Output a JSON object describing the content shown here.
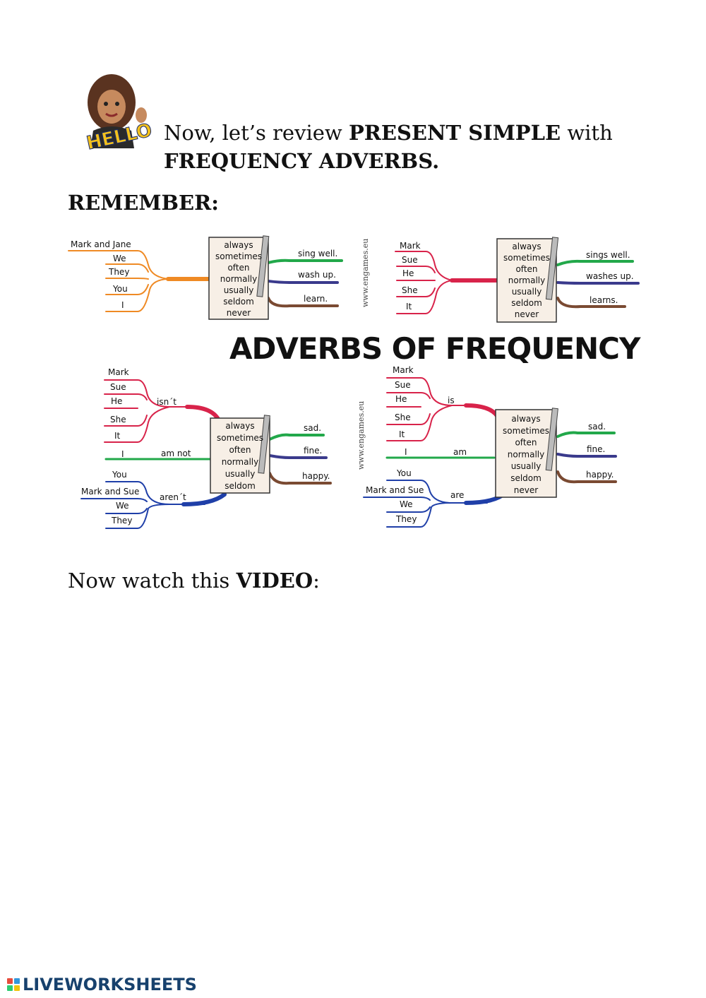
{
  "intro": {
    "avatar_text": "HELLO",
    "line1_prefix": "Now, let’s review ",
    "line1_bold": "PRESENT SIMPLE",
    "line1_suffix": " with",
    "line2_bold": "FREQUENCY ADVERBS."
  },
  "remember_heading": "REMEMBER:",
  "diagram": {
    "banner": "ADVERBS OF FREQUENCY",
    "website": "www.engames.eu",
    "maps": [
      {
        "subjects": [
          "Mark and Jane",
          "We",
          "They",
          "You",
          "I"
        ],
        "verb": "",
        "card": [
          "always",
          "sometimes",
          "often",
          "normally",
          "usually",
          "seldom",
          "never"
        ],
        "endings": [
          "sing well.",
          "wash up.",
          "learn."
        ]
      },
      {
        "subjects": [
          "Mark",
          "Sue",
          "He",
          "She",
          "It"
        ],
        "verb": "",
        "card": [
          "always",
          "sometimes",
          "often",
          "normally",
          "usually",
          "seldom",
          "never"
        ],
        "endings": [
          "sings well.",
          "washes up.",
          "learns."
        ]
      },
      {
        "subjects": [
          "Mark",
          "Sue",
          "He",
          "She",
          "It",
          "I",
          "You",
          "Mark and Sue",
          "We",
          "They"
        ],
        "verbs": [
          "isn´t",
          "am not",
          "aren´t"
        ],
        "card": [
          "always",
          "sometimes",
          "often",
          "normally",
          "usually",
          "seldom"
        ],
        "endings": [
          "sad.",
          "fine.",
          "happy."
        ]
      },
      {
        "subjects": [
          "Mark",
          "Sue",
          "He",
          "She",
          "It",
          "I",
          "You",
          "Mark and Sue",
          "We",
          "They"
        ],
        "verbs": [
          "is",
          "am",
          "are"
        ],
        "card": [
          "always",
          "sometimes",
          "often",
          "normally",
          "usually",
          "seldom",
          "never"
        ],
        "endings": [
          "sad.",
          "fine.",
          "happy."
        ]
      }
    ]
  },
  "video_prefix": "Now watch this ",
  "video_bold": "VIDEO",
  "video_suffix": ":",
  "footer": {
    "logo_text": "LIVEWORKSHEETS",
    "logo_colors": [
      "#e74c3c",
      "#3498db",
      "#2ecc71",
      "#f1c40f"
    ]
  }
}
